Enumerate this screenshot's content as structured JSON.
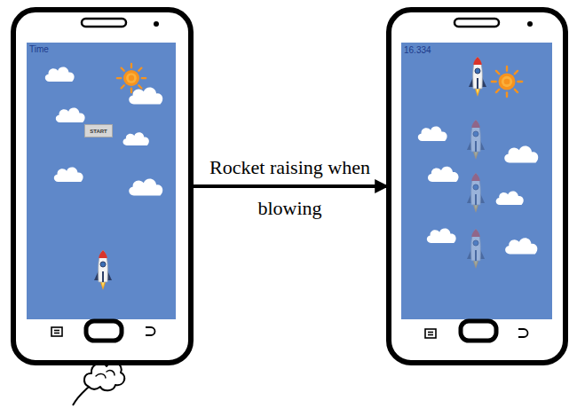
{
  "diagram": {
    "nodes": [
      {
        "text": [
          "Time"
        ]
      },
      {
        "text": [
          "START"
        ],
        "in": 0
      },
      {
        "text": [
          "16.334"
        ]
      }
    ],
    "edges": [
      {
        "from": 0,
        "to": 2,
        "arrow": "to",
        "label": "Rocket raising when blowing"
      }
    ]
  }
}
